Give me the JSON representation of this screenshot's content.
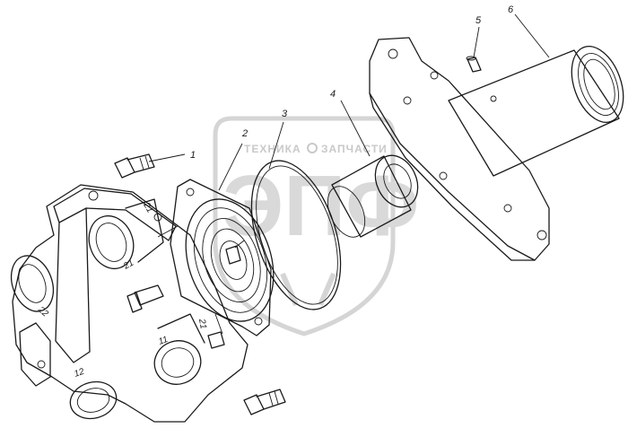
{
  "watermark": {
    "text_left": "ТЕХНИКА",
    "text_right": "ЗАПЧАСТИ",
    "logo": "ЭПФ"
  },
  "callouts": [
    "1",
    "2",
    "3",
    "4",
    "5",
    "6"
  ],
  "port_marks": {
    "a": "21",
    "b": "21",
    "c": "22",
    "d": "11",
    "e": "21",
    "f": "12"
  }
}
